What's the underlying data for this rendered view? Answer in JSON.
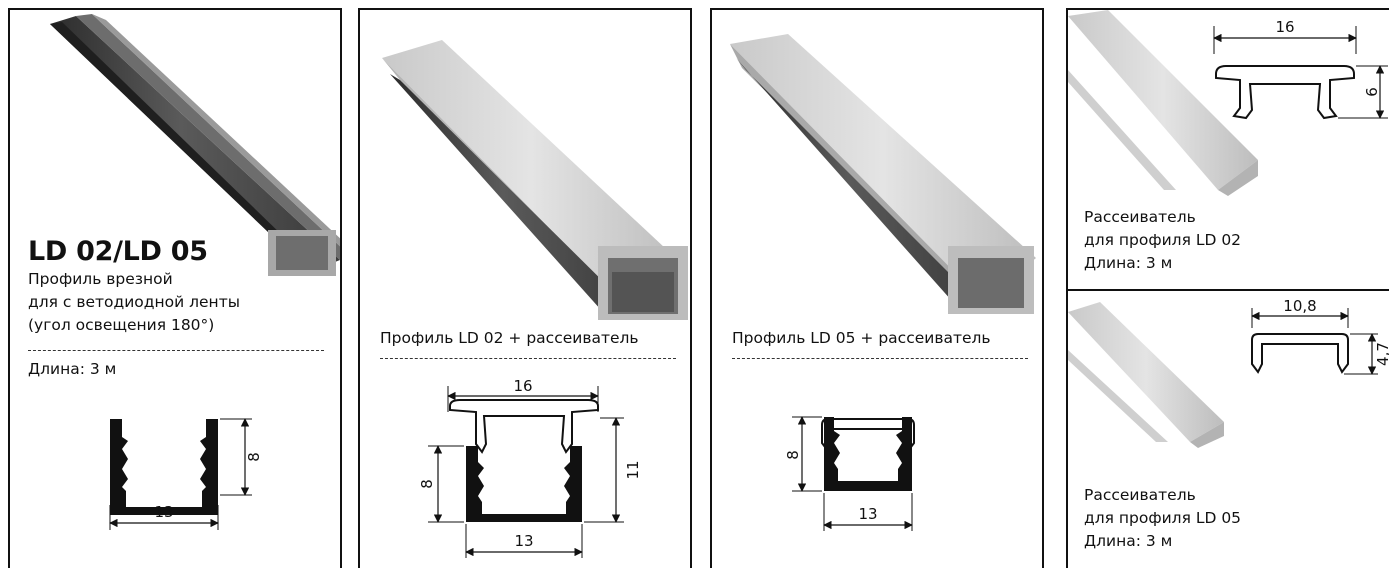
{
  "panel1": {
    "title": "LD 02/LD 05",
    "desc1": "Профиль врезной",
    "desc2": "для с ветодиодной ленты",
    "desc3": "(угол освещения 180°)",
    "length": "Длина: 3 м",
    "dim_width": "13",
    "dim_height": "8"
  },
  "panel2": {
    "caption": "Профиль LD 02 + рассеиватель",
    "dim_top": "16",
    "dim_bottom": "13",
    "dim_left": "8",
    "dim_right": "11"
  },
  "panel3": {
    "caption": "Профиль LD 05 + рассеиватель",
    "dim_bottom": "13",
    "dim_left": "8"
  },
  "panel4": {
    "top": {
      "line1": "Рассеиватель",
      "line2": "для профиля LD 02",
      "line3": "Длина: 3 м",
      "dim_width": "16",
      "dim_height": "6"
    },
    "bottom": {
      "line1": "Рассеиватель",
      "line2": "для профиля LD 05",
      "line3": "Длина: 3 м",
      "dim_width": "10,8",
      "dim_height": "4,7"
    }
  }
}
